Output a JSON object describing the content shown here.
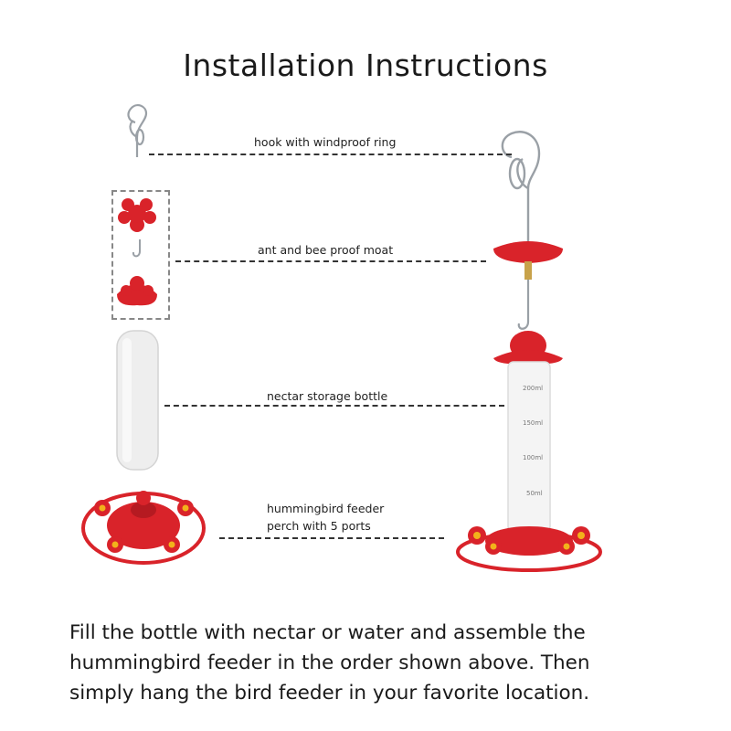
{
  "page": {
    "title": "Installation Instructions",
    "instructions": [
      "Fill the bottle with nectar or water and assemble the",
      "hummingbird feeder in the order shown above. Then",
      "simply hang the bird feeder in your favorite location."
    ]
  },
  "parts": {
    "hook": {
      "label": "hook with windproof ring"
    },
    "moat": {
      "label": "ant and bee proof moat"
    },
    "bottle": {
      "label": "nectar storage bottle",
      "markings": [
        "200ml",
        "150ml",
        "100ml",
        "50ml"
      ]
    },
    "base": {
      "label_line1": "hummingbird feeder",
      "label_line2": "perch with 5 ports"
    }
  },
  "colors": {
    "feeder_red": "#d9232a",
    "port_yellow": "#f2b21b",
    "metal": "#9aa0a6"
  }
}
